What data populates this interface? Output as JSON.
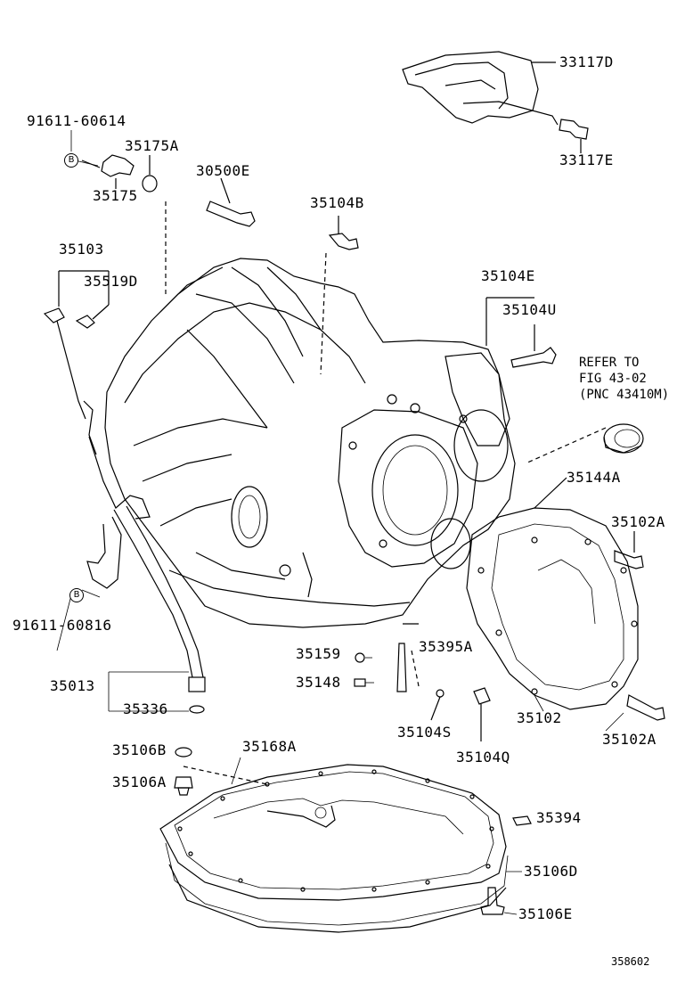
{
  "labels": {
    "p33117D": "33117D",
    "p33117E": "33117E",
    "p91611_60614": "91611-60614",
    "p35175A": "35175A",
    "p35175": "35175",
    "p30500E": "30500E",
    "p35104B": "35104B",
    "p35103": "35103",
    "p35519D": "35519D",
    "p35104E": "35104E",
    "p35104U": "35104U",
    "p35144A": "35144A",
    "p35102A_top": "35102A",
    "p91611_60816": "91611-60816",
    "p35159": "35159",
    "p35395A": "35395A",
    "p35148": "35148",
    "p35013": "35013",
    "p35336": "35336",
    "p35104S": "35104S",
    "p35102": "35102",
    "p35102A_bot": "35102A",
    "p35104Q": "35104Q",
    "p35106B": "35106B",
    "p35168A": "35168A",
    "p35106A": "35106A",
    "p35394": "35394",
    "p35106D": "35106D",
    "p35106E": "35106E"
  },
  "refer_note": {
    "line1": "REFER TO",
    "line2": "FIG 43-02",
    "line3": "(PNC 43410M)"
  },
  "badges": {
    "top": "B",
    "bottom": "B"
  },
  "figure_number": "358602"
}
